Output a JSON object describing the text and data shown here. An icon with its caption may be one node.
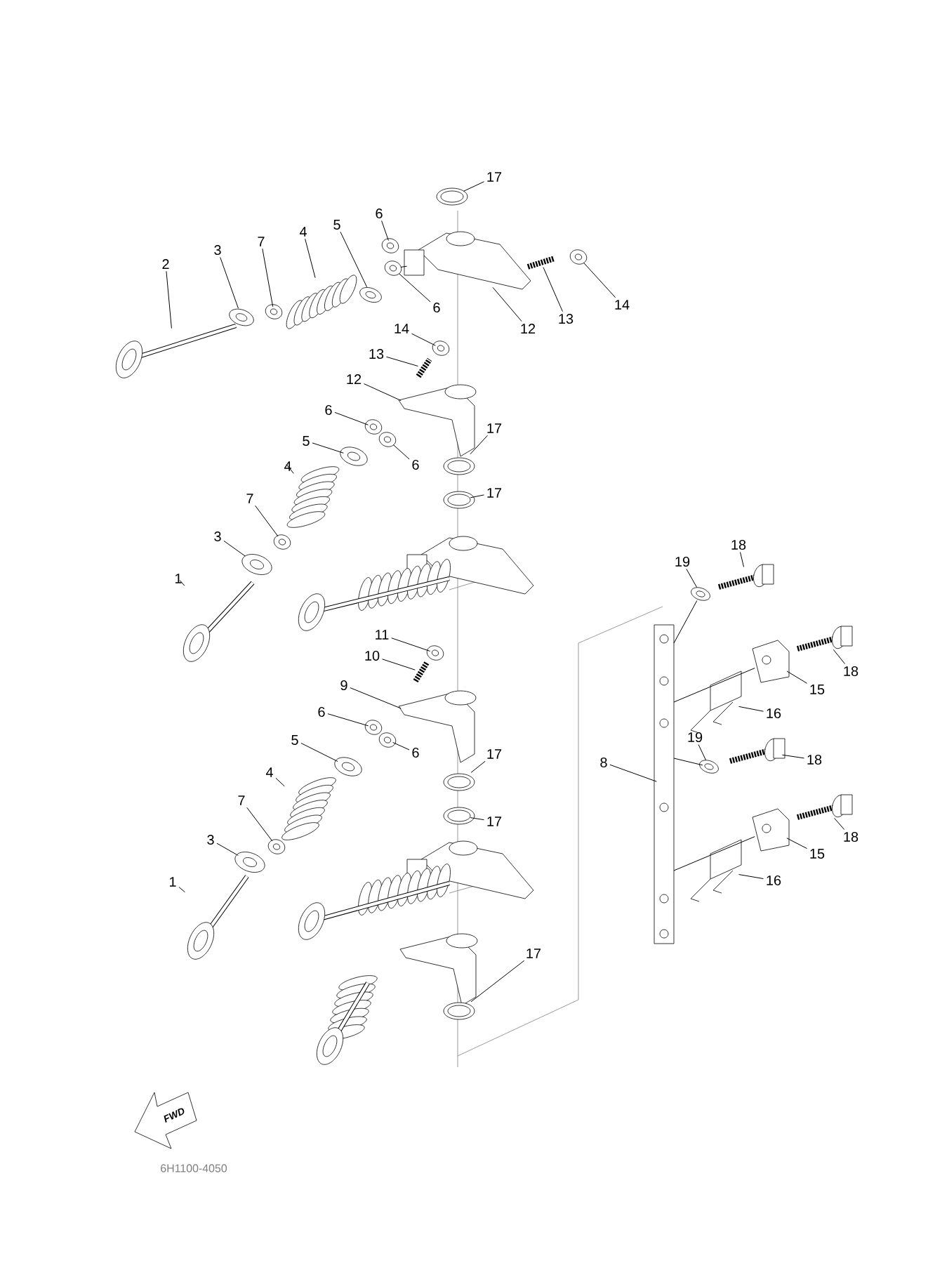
{
  "diagram": {
    "nodes": [
      {
        "text": [
          "17"
        ]
      },
      {
        "text": [
          "6"
        ]
      },
      {
        "text": [
          "4"
        ]
      },
      {
        "text": [
          "5"
        ]
      },
      {
        "text": [
          "7"
        ]
      },
      {
        "text": [
          "3"
        ]
      },
      {
        "text": [
          "2"
        ]
      },
      {
        "text": [
          "14"
        ]
      },
      {
        "text": [
          "6"
        ]
      },
      {
        "text": [
          "13"
        ]
      },
      {
        "text": [
          "12"
        ]
      },
      {
        "text": [
          "14"
        ]
      },
      {
        "text": [
          "13"
        ]
      },
      {
        "text": [
          "12"
        ]
      },
      {
        "text": [
          "6"
        ]
      },
      {
        "text": [
          "17"
        ]
      },
      {
        "text": [
          "5"
        ]
      },
      {
        "text": [
          "6"
        ]
      },
      {
        "text": [
          "4"
        ]
      },
      {
        "text": [
          "17"
        ]
      },
      {
        "text": [
          "7"
        ]
      },
      {
        "text": [
          "3"
        ]
      },
      {
        "text": [
          "18"
        ]
      },
      {
        "text": [
          "19"
        ]
      },
      {
        "text": [
          "1"
        ]
      },
      {
        "text": [
          "11"
        ]
      },
      {
        "text": [
          "10"
        ]
      },
      {
        "text": [
          "18"
        ]
      },
      {
        "text": [
          "9"
        ]
      },
      {
        "text": [
          "15"
        ]
      },
      {
        "text": [
          "6"
        ]
      },
      {
        "text": [
          "16"
        ]
      },
      {
        "text": [
          "19"
        ]
      },
      {
        "text": [
          "5"
        ]
      },
      {
        "text": [
          "6"
        ]
      },
      {
        "text": [
          "17"
        ]
      },
      {
        "text": [
          "18"
        ]
      },
      {
        "text": [
          "8"
        ]
      },
      {
        "text": [
          "4"
        ]
      },
      {
        "text": [
          "7"
        ]
      },
      {
        "text": [
          "17"
        ]
      },
      {
        "text": [
          "3"
        ]
      },
      {
        "text": [
          "18"
        ]
      },
      {
        "text": [
          "15"
        ]
      },
      {
        "text": [
          "1"
        ]
      },
      {
        "text": [
          "16"
        ]
      },
      {
        "text": [
          "17"
        ]
      },
      {
        "text": [],
        "shape": "picture"
      },
      {
        "text": [],
        "shape": "picture"
      },
      {
        "text": [],
        "shape": "picture"
      },
      {
        "text": [],
        "shape": "picture"
      },
      {
        "text": [],
        "shape": "picture"
      },
      {
        "text": [],
        "shape": "picture"
      },
      {
        "text": [],
        "shape": "picture"
      },
      {
        "text": [],
        "shape": "picture"
      },
      {
        "text": [],
        "shape": "picture"
      },
      {
        "text": [],
        "shape": "picture"
      },
      {
        "text": [],
        "shape": "picture"
      },
      {
        "text": [],
        "shape": "picture"
      },
      {
        "text": [],
        "shape": "picture"
      },
      {
        "text": [],
        "shape": "picture"
      },
      {
        "text": [],
        "shape": "picture"
      },
      {
        "text": [],
        "shape": "picture"
      },
      {
        "text": [],
        "shape": "picture"
      },
      {
        "text": [],
        "shape": "picture"
      },
      {
        "text": [],
        "shape": "picture"
      },
      {
        "text": [],
        "shape": "picture"
      },
      {
        "text": [],
        "shape": "picture"
      },
      {
        "text": [],
        "shape": "picture"
      },
      {
        "text": [],
        "shape": "picture"
      },
      {
        "text": [],
        "shape": "picture"
      },
      {
        "text": [],
        "shape": "picture"
      },
      {
        "text": [],
        "shape": "picture"
      },
      {
        "text": [],
        "shape": "picture"
      },
      {
        "text": [],
        "shape": "picture"
      },
      {
        "text": [],
        "shape": "picture"
      },
      {
        "text": [],
        "shape": "picture"
      },
      {
        "text": [],
        "shape": "picture"
      },
      {
        "text": [],
        "shape": "picture"
      },
      {
        "text": [],
        "shape": "picture"
      },
      {
        "text": [],
        "shape": "picture"
      },
      {
        "text": [],
        "shape": "picture"
      },
      {
        "text": [],
        "shape": "picture"
      },
      {
        "text": [],
        "shape": "picture"
      },
      {
        "text": [],
        "shape": "picture"
      },
      {
        "text": [],
        "shape": "picture"
      },
      {
        "text": [],
        "shape": "picture"
      },
      {
        "text": [],
        "shape": "picture"
      },
      {
        "text": [],
        "shape": "picture"
      },
      {
        "text": [],
        "shape": "picture"
      },
      {
        "text": [],
        "shape": "picture"
      },
      {
        "text": [],
        "shape": "picture"
      },
      {
        "text": [],
        "shape": "picture"
      },
      {
        "text": [],
        "shape": "picture"
      }
    ],
    "edges": [
      {
        "from": 0,
        "to": 47,
        "arrow": "none"
      },
      {
        "from": 1,
        "to": 48,
        "arrow": "none"
      },
      {
        "from": 2,
        "to": 49,
        "arrow": "none"
      },
      {
        "from": 3,
        "to": 50,
        "arrow": "none"
      },
      {
        "from": 4,
        "to": 51,
        "arrow": "none"
      },
      {
        "from": 5,
        "to": 52,
        "arrow": "none"
      },
      {
        "from": 6,
        "to": 53,
        "arrow": "none"
      },
      {
        "from": 7,
        "to": 54,
        "arrow": "none"
      },
      {
        "from": 8,
        "to": 55,
        "arrow": "none"
      },
      {
        "from": 9,
        "to": 56,
        "arrow": "none"
      },
      {
        "from": 10,
        "to": 57,
        "arrow": "none"
      },
      {
        "from": 11,
        "to": 58,
        "arrow": "none"
      },
      {
        "from": 12,
        "to": 59,
        "arrow": "none"
      },
      {
        "from": 13,
        "to": 60,
        "arrow": "none"
      },
      {
        "from": 14,
        "to": 61,
        "arrow": "none"
      },
      {
        "from": 15,
        "to": 62,
        "arrow": "none"
      },
      {
        "from": 16,
        "to": 63,
        "arrow": "none"
      },
      {
        "from": 17,
        "to": 64,
        "arrow": "none"
      },
      {
        "from": 18,
        "to": 65,
        "arrow": "none"
      },
      {
        "from": 19,
        "to": 66,
        "arrow": "none"
      },
      {
        "from": 20,
        "to": 67,
        "arrow": "none"
      },
      {
        "from": 21,
        "to": 68,
        "arrow": "none"
      },
      {
        "from": 22,
        "to": 69,
        "arrow": "none"
      },
      {
        "from": 23,
        "to": 70,
        "arrow": "none"
      },
      {
        "from": 24,
        "to": 71,
        "arrow": "none"
      },
      {
        "from": 25,
        "to": 72,
        "arrow": "none"
      },
      {
        "from": 26,
        "to": 73,
        "arrow": "none"
      },
      {
        "from": 27,
        "to": 74,
        "arrow": "none"
      },
      {
        "from": 28,
        "to": 75,
        "arrow": "none"
      },
      {
        "from": 29,
        "to": 76,
        "arrow": "none"
      },
      {
        "from": 30,
        "to": 77,
        "arrow": "none"
      },
      {
        "from": 31,
        "to": 78,
        "arrow": "none"
      },
      {
        "from": 32,
        "to": 79,
        "arrow": "none"
      },
      {
        "from": 33,
        "to": 80,
        "arrow": "none"
      },
      {
        "from": 34,
        "to": 81,
        "arrow": "none"
      },
      {
        "from": 35,
        "to": 82,
        "arrow": "none"
      },
      {
        "from": 36,
        "to": 83,
        "arrow": "none"
      },
      {
        "from": 37,
        "to": 84,
        "arrow": "none"
      },
      {
        "from": 38,
        "to": 85,
        "arrow": "none"
      },
      {
        "from": 39,
        "to": 86,
        "arrow": "none"
      },
      {
        "from": 40,
        "to": 87,
        "arrow": "none"
      },
      {
        "from": 41,
        "to": 88,
        "arrow": "none"
      },
      {
        "from": 42,
        "to": 89,
        "arrow": "none"
      },
      {
        "from": 43,
        "to": 90,
        "arrow": "none"
      },
      {
        "from": 44,
        "to": 91,
        "arrow": "none"
      },
      {
        "from": 45,
        "to": 92,
        "arrow": "none"
      },
      {
        "from": 46,
        "to": 93,
        "arrow": "none"
      },
      {
        "from": 55,
        "to": 57,
        "arrow": "none"
      },
      {
        "from": 84,
        "to": 70,
        "arrow": "none"
      },
      {
        "from": 84,
        "to": 76,
        "arrow": "none"
      },
      {
        "from": 84,
        "to": 79,
        "arrow": "none"
      },
      {
        "from": 84,
        "to": 90,
        "arrow": "none"
      }
    ],
    "labels": [
      "FWD",
      "6H1100-4050"
    ]
  }
}
